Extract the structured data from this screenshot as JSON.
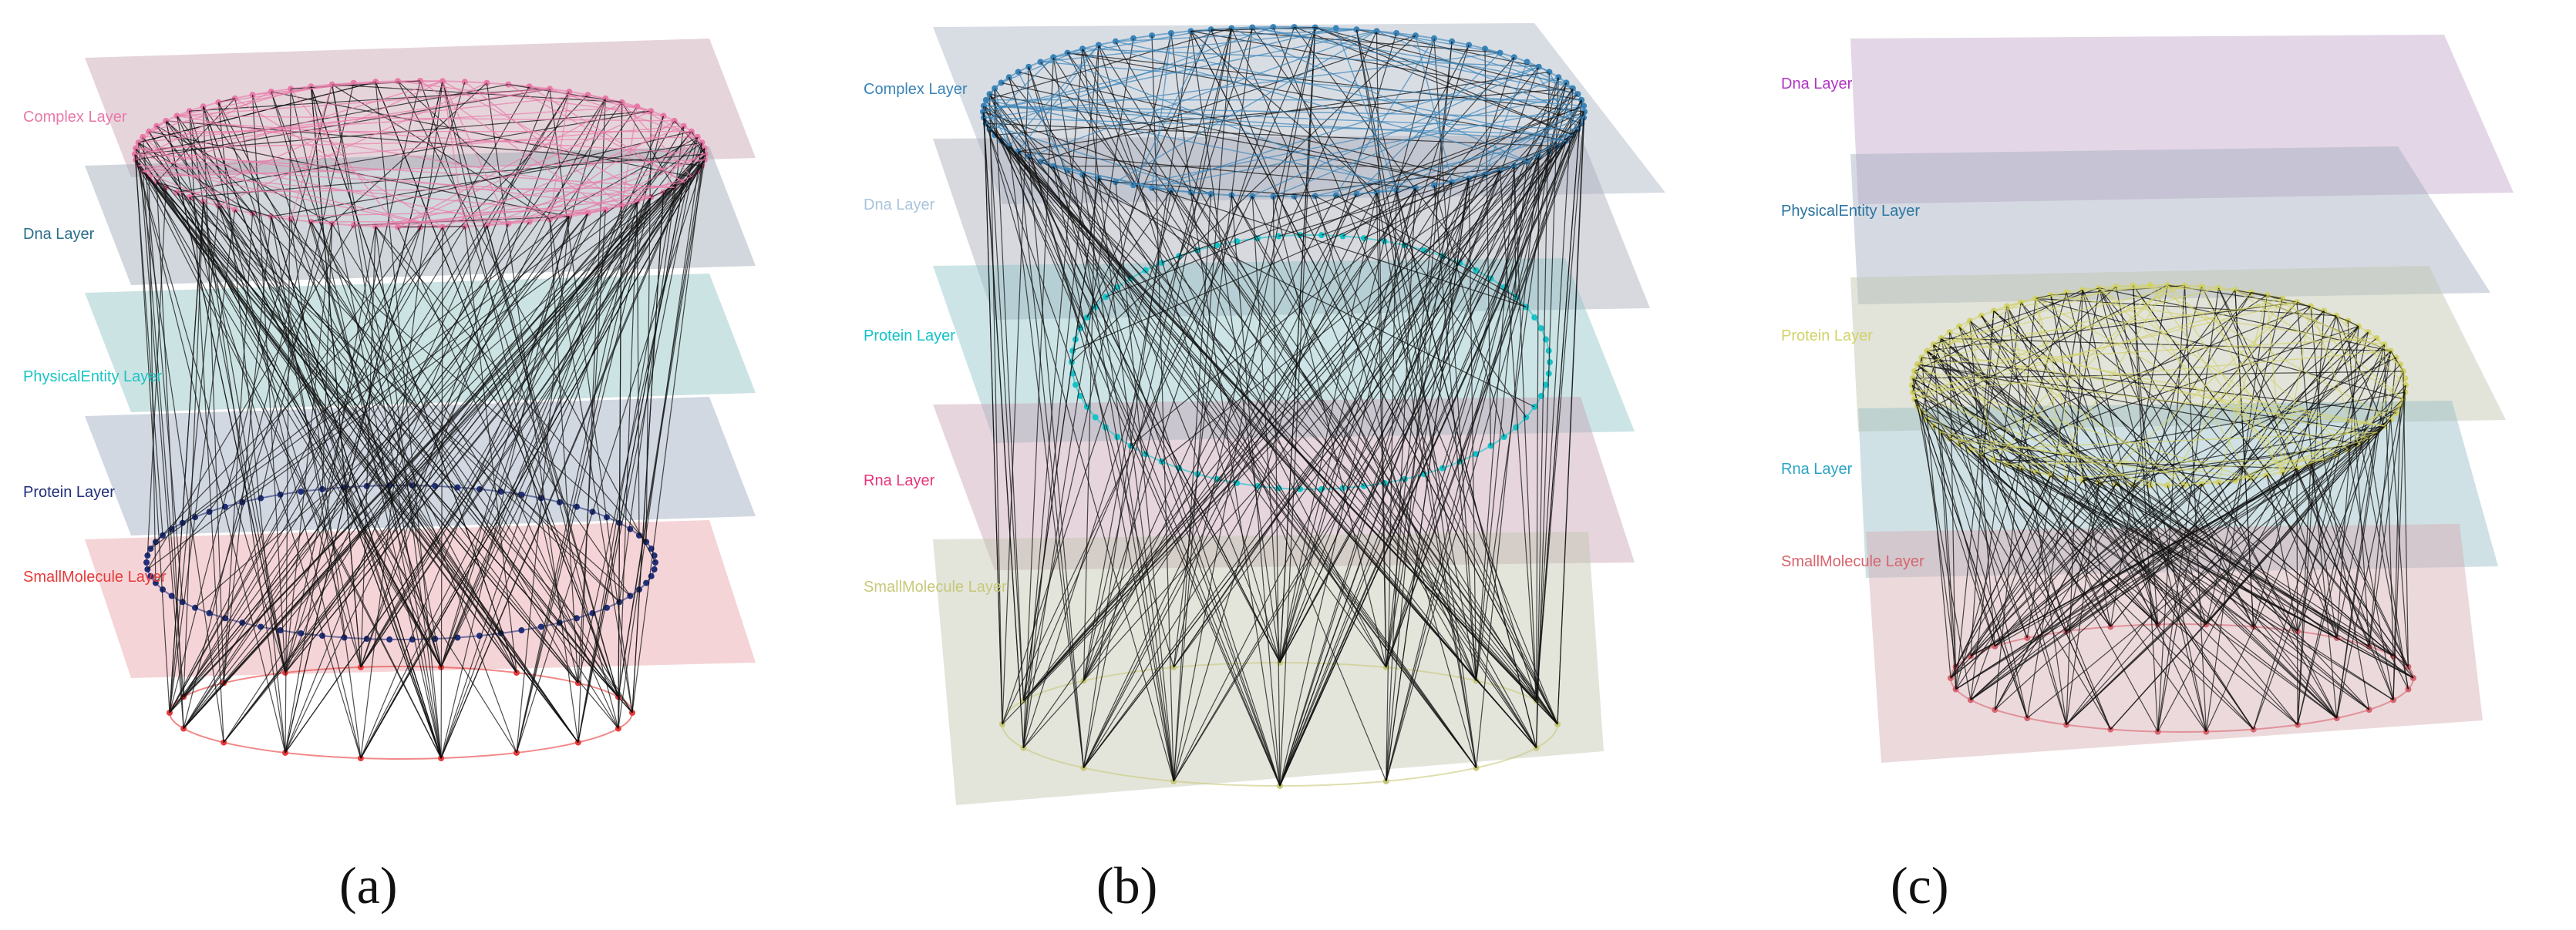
{
  "panels": [
    {
      "id": "a",
      "caption": "(a)",
      "layers": [
        {
          "label": "Complex Layer",
          "color": "#e87aa8",
          "plane": "#c8a0b0"
        },
        {
          "label": "Dna Layer",
          "color": "#2a6e8a",
          "plane": "#9aa6b2"
        },
        {
          "label": "PhysicalEntity Layer",
          "color": "#1bc4c4",
          "plane": "#8fc0c4"
        },
        {
          "label": "Protein Layer",
          "color": "#1f2f7a",
          "plane": "#9aa8be"
        },
        {
          "label": "SmallMolecule Layer",
          "color": "#e83a3a",
          "plane": "#e8a0a6"
        }
      ]
    },
    {
      "id": "b",
      "caption": "(b)",
      "layers": [
        {
          "label": "Complex Layer",
          "color": "#3a84b8",
          "plane": "#a8b4c4"
        },
        {
          "label": "Dna Layer",
          "color": "#a9c4dc",
          "plane": "#a8aab8"
        },
        {
          "label": "Protein Layer",
          "color": "#14c2c8",
          "plane": "#8fc4c8"
        },
        {
          "label": "Rna Layer",
          "color": "#e8357a",
          "plane": "#c8a2b4"
        },
        {
          "label": "SmallMolecule Layer",
          "color": "#c8c87a",
          "plane": "#c2c6b0"
        }
      ]
    },
    {
      "id": "c",
      "caption": "(c)",
      "layers": [
        {
          "label": "Dna Layer",
          "color": "#b034c4",
          "plane": "#c2a4c8"
        },
        {
          "label": "PhysicalEntity Layer",
          "color": "#2a74a0",
          "plane": "#a2aebe"
        },
        {
          "label": "Protein Layer",
          "color": "#d2d26a",
          "plane": "#bec4ae"
        },
        {
          "label": "Rna Layer",
          "color": "#2aa4c4",
          "plane": "#94bcc4"
        },
        {
          "label": "SmallMolecule Layer",
          "color": "#d8646e",
          "plane": "#d4aab2"
        }
      ]
    }
  ]
}
